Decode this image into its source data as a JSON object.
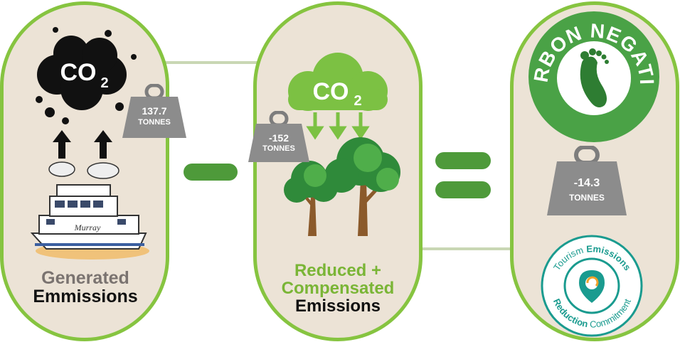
{
  "panels": [
    {
      "label_line1": "Generated",
      "label_line2": "Emmissions",
      "co2_text": "CO",
      "co2_sub": "2",
      "boat_name": "Murray"
    },
    {
      "label_line1": "Reduced +",
      "label_line2": "Compensated",
      "label_line3": "Emissions",
      "co2_text": "CO",
      "co2_sub": "2"
    },
    {
      "badge_text": "CARBON NEGATIVE",
      "seal_line1_a": "Tourism ",
      "seal_line1_b": "Emissions",
      "seal_line2_a": "Reduction ",
      "seal_line2_b": "Commitment"
    }
  ],
  "weights": [
    {
      "value": "137.7",
      "unit": "TONNES"
    },
    {
      "value": "-152",
      "unit": "TONNES"
    },
    {
      "value": "-14.3",
      "unit": "TONNES"
    }
  ],
  "colors": {
    "pill_border": "#86c440",
    "pill_fill": "#ece3d6",
    "operator": "#4e9a3a",
    "green_text": "#7ab536",
    "grey_text": "#7a7370",
    "badge_green": "#4aa246"
  }
}
